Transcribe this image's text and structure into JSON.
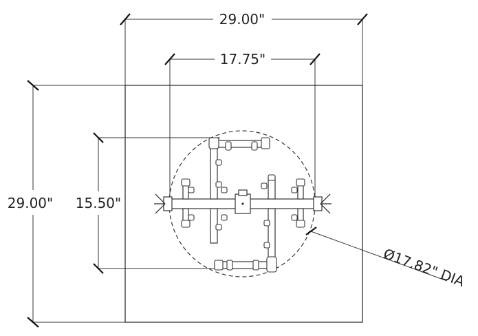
{
  "dimensions": {
    "outer_width": "29.00\"",
    "outer_height": "29.00\"",
    "burner_width": "17.75\"",
    "burner_height": "15.50\"",
    "burner_diameter": "Ø17.82\" DIA"
  }
}
